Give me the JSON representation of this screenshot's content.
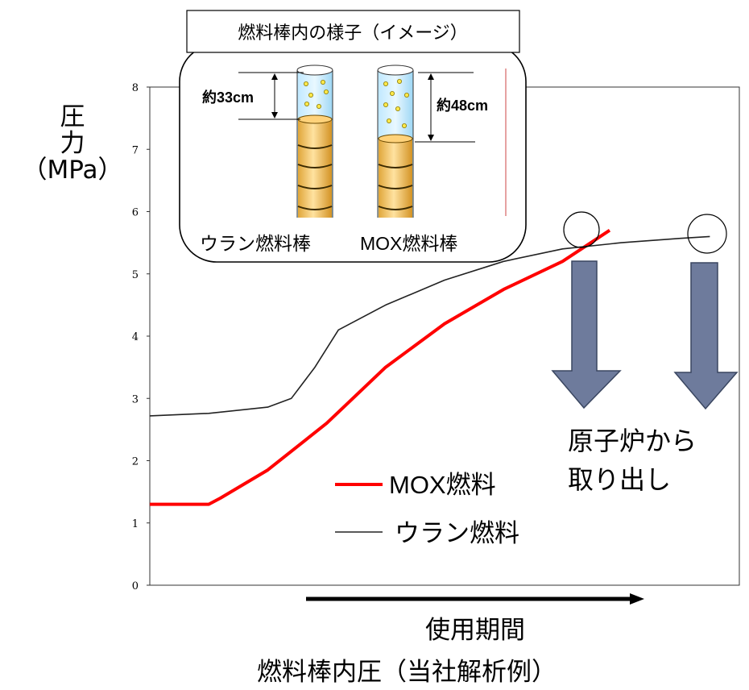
{
  "chart_data": {
    "type": "line",
    "title": "燃料棒内圧（当社解析例）",
    "xlabel": "使用期間",
    "ylabel": [
      "圧",
      "力",
      "（MPa）"
    ],
    "ylim": [
      0,
      8
    ],
    "yticks": [
      "0",
      "1",
      "2",
      "3",
      "4",
      "5",
      "6",
      "7",
      "8"
    ],
    "xlim": [
      0,
      1
    ],
    "grid": false,
    "legend_position": "center",
    "series": [
      {
        "name": "MOX燃料",
        "color": "#ff0000",
        "x": [
          0,
          0.1,
          0.12,
          0.2,
          0.3,
          0.4,
          0.45,
          0.5,
          0.6,
          0.7,
          0.78
        ],
        "y": [
          1.3,
          1.3,
          1.4,
          1.85,
          2.6,
          3.5,
          3.85,
          4.2,
          4.75,
          5.2,
          5.7
        ]
      },
      {
        "name": "ウラン燃料",
        "color": "#222222",
        "x": [
          0,
          0.1,
          0.2,
          0.24,
          0.28,
          0.32,
          0.4,
          0.5,
          0.6,
          0.7,
          0.8,
          0.9,
          0.95
        ],
        "y": [
          2.72,
          2.76,
          2.86,
          3.0,
          3.5,
          4.1,
          4.5,
          4.9,
          5.2,
          5.4,
          5.5,
          5.57,
          5.6
        ]
      }
    ],
    "annotations": {
      "inset_title": "燃料棒内の様子（イメージ）",
      "uranium_rod": {
        "label": "ウラン燃料棒",
        "gas_gap": "約33cm"
      },
      "mox_rod": {
        "label": "MOX燃料棒",
        "gas_gap": "約48cm"
      },
      "removal_note": [
        "原子炉から",
        "取り出し"
      ],
      "arrow_color": "#6e7b9c"
    }
  }
}
